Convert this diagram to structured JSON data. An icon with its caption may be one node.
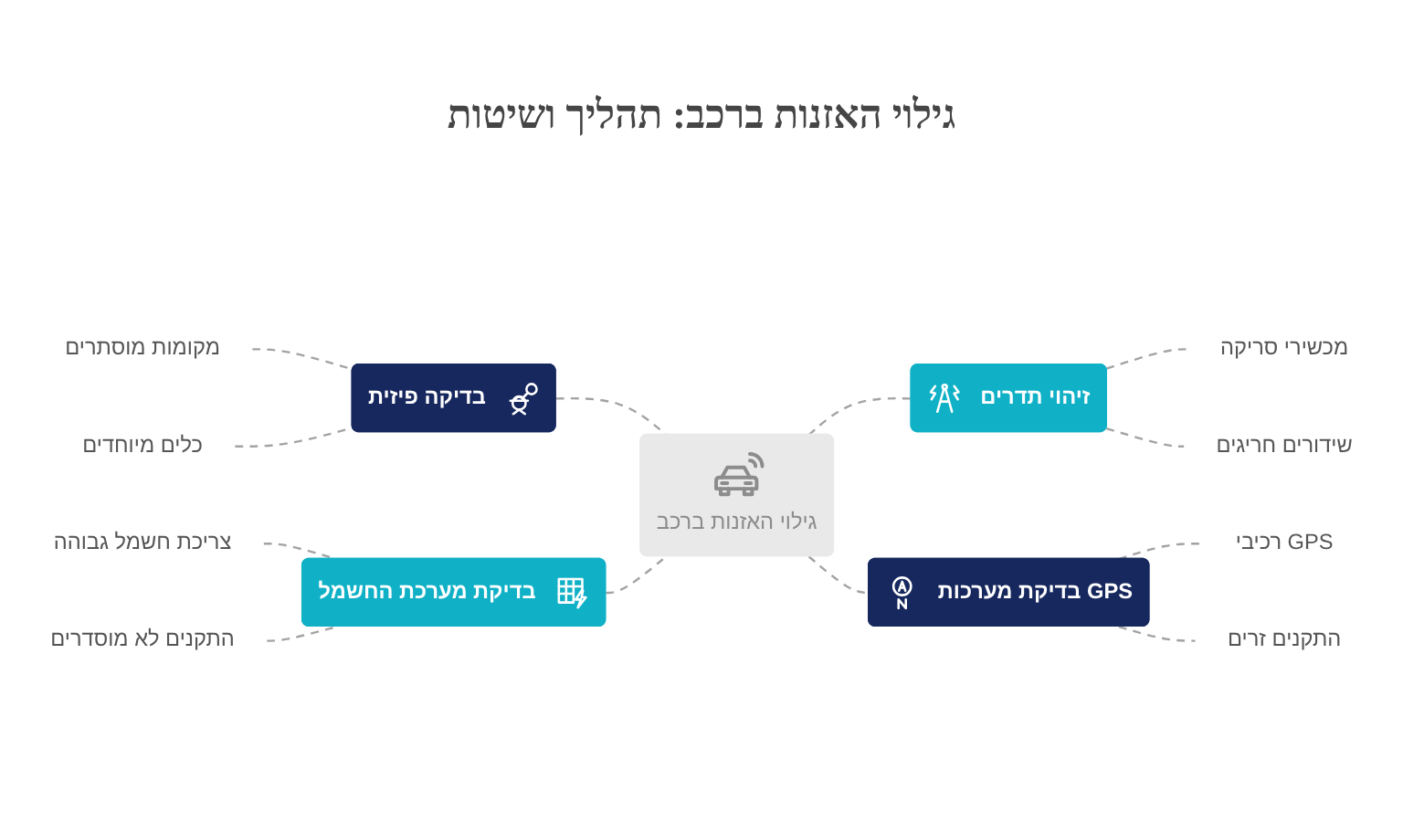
{
  "diagram": {
    "title": "גילוי האזנות ברכב: תהליך ושיטות",
    "nodes": [
      {
        "text": [
          "גילוי האזנות ברכב"
        ]
      },
      {
        "text": [
          "זיהוי תדרים"
        ]
      },
      {
        "text": [
          "מכשירי סריקה"
        ]
      },
      {
        "text": [
          "שידורים חריגים"
        ]
      },
      {
        "text": [
          "בדיקה פיזית"
        ]
      },
      {
        "text": [
          "מקומות מוסתרים"
        ]
      },
      {
        "text": [
          "כלים מיוחדים"
        ]
      },
      {
        "text": [
          "בדיקת מערכות GPS"
        ]
      },
      {
        "text": [
          "רכיבי GPS"
        ]
      },
      {
        "text": [
          "התקנים זרים"
        ]
      },
      {
        "text": [
          "בדיקת מערכת החשמל"
        ]
      },
      {
        "text": [
          "צריכת חשמל גבוהה"
        ]
      },
      {
        "text": [
          "התקנים לא מוסדרים"
        ]
      }
    ],
    "edges": [
      {
        "from": 0,
        "to": 1,
        "arrow": "none",
        "style": "dashed"
      },
      {
        "from": 1,
        "to": 2,
        "arrow": "none",
        "style": "dashed"
      },
      {
        "from": 1,
        "to": 3,
        "arrow": "none",
        "style": "dashed"
      },
      {
        "from": 4,
        "to": 0,
        "arrow": "none",
        "style": "dashed"
      },
      {
        "from": 5,
        "to": 4,
        "arrow": "none",
        "style": "dashed"
      },
      {
        "from": 6,
        "to": 4,
        "arrow": "none",
        "style": "dashed"
      },
      {
        "from": 0,
        "to": 7,
        "arrow": "none",
        "style": "dashed"
      },
      {
        "from": 7,
        "to": 8,
        "arrow": "none",
        "style": "dashed"
      },
      {
        "from": 7,
        "to": 9,
        "arrow": "none",
        "style": "dashed"
      },
      {
        "from": 10,
        "to": 0,
        "arrow": "none",
        "style": "dashed"
      },
      {
        "from": 11,
        "to": 10,
        "arrow": "none",
        "style": "dashed"
      },
      {
        "from": 12,
        "to": 10,
        "arrow": "none",
        "style": "dashed"
      }
    ]
  }
}
